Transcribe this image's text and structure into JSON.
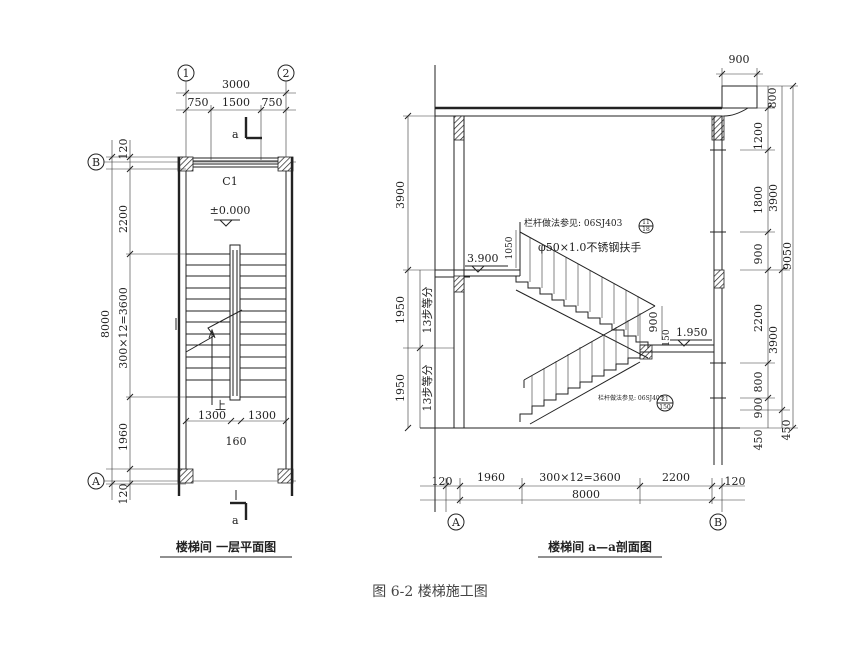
{
  "plan": {
    "axis_left": "1",
    "axis_right": "2",
    "axis_top": "B",
    "axis_bottom": "A",
    "dim_total_width": "3000",
    "dim_w1": "750",
    "dim_w2": "1500",
    "dim_w3": "750",
    "section_mark_top": "a",
    "section_mark_bottom": "a",
    "window_label": "C1",
    "level_label": "±0.000",
    "dim_total_length": "8000",
    "dim_top_wall": "120",
    "dim_landing_top": "2200",
    "dim_flight": "300×12=3600",
    "dim_landing_bottom": "1960",
    "dim_bottom_wall": "120",
    "up_label": "上",
    "dim_flight_w1": "1300",
    "dim_flight_w2": "1300",
    "dim_well": "160",
    "caption": "楼梯间 一层平面图"
  },
  "section": {
    "dim_canopy": "900",
    "level_upper": "3.900",
    "level_mid": "1.950",
    "rail_ref_upper": "栏杆做法参见: 06SJ403",
    "rail_ref_upper_num": "11",
    "rail_ref_upper_den": "18",
    "handrail": "φ50×1.0不锈钢扶手",
    "rail_ref_lower": "栏杆做法参见: 06SJ403",
    "rail_ref_lower_num": "21",
    "rail_ref_lower_den": "150",
    "dim_rail_height": "1050",
    "dim_rail_mid": "900",
    "dim_150": "150",
    "left_dim_3900": "3900",
    "left_dim_1950_a": "1950",
    "left_dim_1950_b": "1950",
    "steps_a": "13步等分",
    "steps_b": "13步等分",
    "right_800_top": "800",
    "right_1200": "1200",
    "right_1800": "1800",
    "right_900_a": "900",
    "right_2200": "2200",
    "right_800_b": "800",
    "right_900_b": "900",
    "right_450_a": "450",
    "right_3900_a": "3900",
    "right_3900_b": "3900",
    "right_450_b": "450",
    "right_9050": "9050",
    "bottom_120_left": "120",
    "bottom_1960": "1960",
    "bottom_flight": "300×12=3600",
    "bottom_2200": "2200",
    "bottom_120_right": "120",
    "bottom_total": "8000",
    "axis_left": "A",
    "axis_right": "B",
    "caption": "楼梯间 a—a剖面图"
  },
  "figure_caption": "图 6-2   楼梯施工图"
}
